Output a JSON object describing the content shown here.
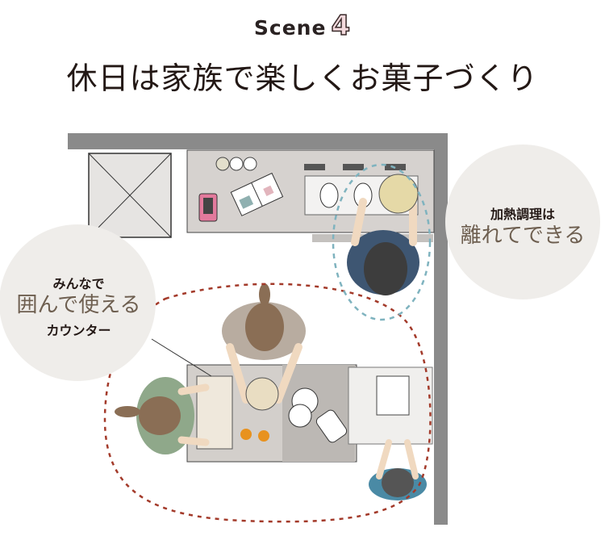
{
  "header": {
    "scene_label": "Scene",
    "scene_number": "4",
    "title": "休日は家族で楽しくお菓子づくり"
  },
  "callouts": {
    "left": {
      "line1": "みんなで",
      "line2": "囲んで使える",
      "line3": "カウンター"
    },
    "right": {
      "line1": "加熱調理は",
      "line2": "離れてできる"
    }
  },
  "colors": {
    "wall": "#8a8a8a",
    "bubble": "#efedea",
    "red_dash": "#a33a2a",
    "blue_dash": "#7fb3bf",
    "counter": "#cfcac6"
  }
}
